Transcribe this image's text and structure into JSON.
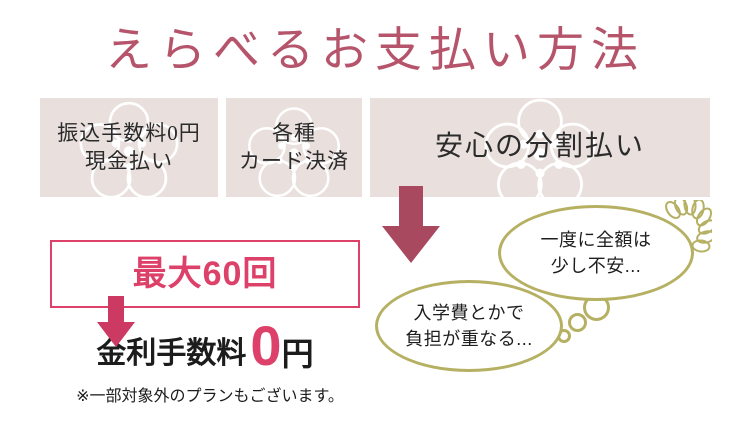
{
  "title": "えらべるお支払い方法",
  "colors": {
    "title": "#b5546a",
    "accent_pink": "#dd4069",
    "box_bg": "#e9e0dd",
    "arrow_rose": "#a8495f",
    "bubble_olive": "#b5b062",
    "text_dark": "#1c1c1c"
  },
  "feature_boxes": [
    {
      "line1": "振込手数料0円",
      "line2": "現金払い",
      "icon": "plum-blossom-watermark"
    },
    {
      "line1": "各種",
      "line2": "カード決済",
      "icon": "plum-blossom-watermark"
    },
    {
      "line1": "安心の分割払い",
      "line2": "",
      "icon": "plum-blossom-watermark"
    }
  ],
  "promo": {
    "max_installments": "最大60回",
    "fee_label": "金利手数料",
    "fee_number": "0",
    "fee_unit": "円",
    "footnote": "※一部対象外のプランもございます。"
  },
  "bubbles": [
    {
      "line1": "一度に全額は",
      "line2": "少し不安..."
    },
    {
      "line1": "入学費とかで",
      "line2": "負担が重なる..."
    }
  ],
  "icons": {
    "big_arrow": "arrow-down-icon",
    "small_arrow": "arrow-down-icon",
    "fan": "chrysanthemum-fan-icon"
  }
}
